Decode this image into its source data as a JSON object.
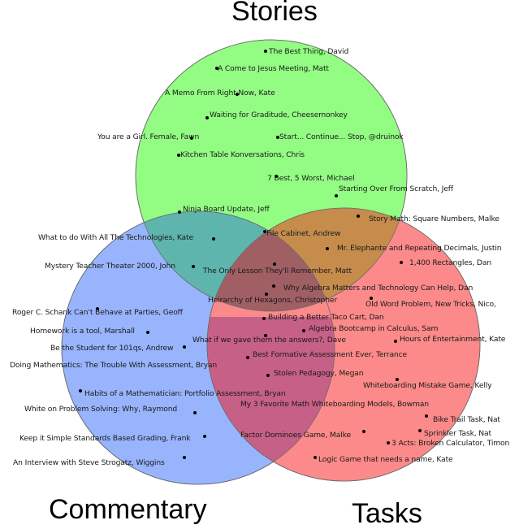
{
  "sets": {
    "stories": {
      "label": "Stories",
      "color": "#93fd83"
    },
    "commentary": {
      "label": "Commentary",
      "color": "#98b4fd"
    },
    "tasks": {
      "label": "Tasks",
      "color": "#fd8a8a"
    }
  },
  "overlap_colors": {
    "stories_commentary": "#5db5ae",
    "stories_tasks": "#c58c4c",
    "commentary_tasks": "#c76086",
    "all": "#a05f63"
  },
  "items": [
    {
      "label": "The Best Thing, David",
      "region": "stories",
      "dot": [
        327,
        63
      ],
      "text": [
        331,
        64
      ]
    },
    {
      "label": "A Come to Jesus Meeting, Matt",
      "region": "stories",
      "dot": [
        267,
        84
      ],
      "text": [
        268,
        85
      ]
    },
    {
      "label": "A Memo From Right Now, Kate",
      "region": "stories",
      "dot": [
        292,
        116
      ],
      "text": [
        203,
        115
      ]
    },
    {
      "label": "Waiting for Graditude, Cheesemonkey",
      "region": "stories",
      "dot": [
        255,
        145
      ],
      "text": [
        258,
        142
      ]
    },
    {
      "label": "You are a Girl. Female, Fawn",
      "region": "stories",
      "dot": [
        236,
        170
      ],
      "text": [
        120,
        169
      ]
    },
    {
      "label": "Start... Continue... Stop, @druinok",
      "region": "stories",
      "dot": [
        342,
        169
      ],
      "text": [
        344,
        169
      ]
    },
    {
      "label": "Kitchen Table Konversations, Chris",
      "region": "stories",
      "dot": [
        220,
        191
      ],
      "text": [
        222,
        191
      ]
    },
    {
      "label": "7 Best, 5 Worst, Michael",
      "region": "stories",
      "dot": [
        340,
        217
      ],
      "text": [
        329,
        220
      ]
    },
    {
      "label": "Starting Over From Scratch, Jeff",
      "region": "stories",
      "dot": [
        414,
        241
      ],
      "text": [
        417,
        233
      ]
    },
    {
      "label": "Ninja Board Update, Jeff",
      "region": "stories_commentary",
      "dot": [
        221,
        261
      ],
      "text": [
        225,
        258
      ]
    },
    {
      "label": "What to do With All The Technologies, Kate",
      "region": "stories_commentary",
      "dot": [
        263,
        294
      ],
      "text": [
        47,
        293
      ]
    },
    {
      "label": "Mystery Teacher Theater 2000, John",
      "region": "stories_commentary",
      "dot": [
        238,
        328
      ],
      "text": [
        55,
        328
      ]
    },
    {
      "label": "File Cabinet, Andrew",
      "region": "stories_tasks",
      "dot": [
        326,
        285
      ],
      "text": [
        328,
        288
      ]
    },
    {
      "label": "Story Math: Square Numbers, Malke",
      "region": "stories_tasks",
      "dot": [
        441,
        266
      ],
      "text": [
        454,
        270
      ]
    },
    {
      "label": "Mr. Elephante and Repeating Decimals, Justin",
      "region": "stories_tasks",
      "dot": [
        403,
        306
      ],
      "text": [
        415,
        306
      ]
    },
    {
      "label": "Why Algebra Matters and Technology Can Help, Dan",
      "region": "stories_tasks",
      "dot": [
        337,
        352
      ],
      "text": [
        349,
        355
      ]
    },
    {
      "label": "The Only Lesson They'll Remember, Matt",
      "region": "all",
      "dot": [
        338,
        325
      ],
      "text": [
        250,
        334
      ]
    },
    {
      "label": "Heirarchy of Hexagons, Christopher",
      "region": "all",
      "dot": [
        328,
        362
      ],
      "text": [
        256,
        370
      ]
    },
    {
      "label": "1,400 Rectangles, Dan",
      "region": "tasks",
      "dot": [
        494,
        323
      ],
      "text": [
        504,
        324
      ]
    },
    {
      "label": "Old Word Problem, New Tricks, Nico,",
      "region": "tasks",
      "dot": [
        457,
        367
      ],
      "text": [
        450,
        375
      ]
    },
    {
      "label": "Building a Better Taco Cart, Dan",
      "region": "commentary_tasks",
      "dot": [
        325,
        392
      ],
      "text": [
        330,
        391
      ]
    },
    {
      "label": "Algebra Bootcamp in Calculus, Sam",
      "region": "commentary_tasks",
      "dot": [
        374,
        407
      ],
      "text": [
        380,
        405
      ]
    },
    {
      "label": "What if we gave them the answers?, Dave",
      "region": "commentary_tasks",
      "dot": [
        327,
        413
      ],
      "text": [
        237,
        419
      ]
    },
    {
      "label": "Best Formative Assessment Ever, Terrance",
      "region": "commentary_tasks",
      "dot": [
        305,
        440
      ],
      "text": [
        311,
        437
      ]
    },
    {
      "label": "Stolen Pedagogy, Megan",
      "region": "commentary_tasks",
      "dot": [
        330,
        462
      ],
      "text": [
        337,
        460
      ]
    },
    {
      "label": "Hours of Entertainment, Kate",
      "region": "tasks",
      "dot": [
        487,
        420
      ],
      "text": [
        492,
        418
      ]
    },
    {
      "label": "Whiteboarding Mistake Game, Kelly",
      "region": "tasks",
      "dot": [
        489,
        467
      ],
      "text": [
        447,
        475
      ]
    },
    {
      "label": "My 3 Favorite Math Whiteboarding Models, Bowman",
      "region": "commentary_tasks",
      "dot": [
        0,
        0
      ],
      "text": [
        296,
        498
      ]
    },
    {
      "label": "Bike Trail Task, Nat",
      "region": "tasks",
      "dot": [
        525,
        512
      ],
      "text": [
        533,
        517
      ]
    },
    {
      "label": "Sprinkler Task, Nat",
      "region": "tasks",
      "dot": [
        517,
        530
      ],
      "text": [
        522,
        534
      ]
    },
    {
      "label": "3 Acts: Broken Calculator, Timon",
      "region": "tasks",
      "dot": [
        478,
        545
      ],
      "text": [
        482,
        546
      ]
    },
    {
      "label": "Factor Dominoes Game, Malke",
      "region": "commentary_tasks",
      "dot": [
        448,
        531
      ],
      "text": [
        296,
        536
      ]
    },
    {
      "label": "Logic Game that needs a name, Kate",
      "region": "tasks",
      "dot": [
        388,
        563
      ],
      "text": [
        392,
        566
      ]
    },
    {
      "label": "Roger C. Schank Can't Behave at Parties, Geoff",
      "region": "commentary",
      "dot": [
        120,
        380
      ],
      "text": [
        15,
        385
      ]
    },
    {
      "label": "Homework is a tool, Marshall",
      "region": "commentary",
      "dot": [
        182,
        409
      ],
      "text": [
        37,
        408
      ]
    },
    {
      "label": "Be the Student for 101qs, Andrew",
      "region": "commentary",
      "dot": [
        227,
        427
      ],
      "text": [
        62,
        429
      ]
    },
    {
      "label": "Doing Mathematics: The Trouble With Assessment, Bryan",
      "region": "commentary",
      "dot": [
        0,
        0
      ],
      "text": [
        12,
        450
      ]
    },
    {
      "label": "Habits of a Mathematician: Portfolio Assessment, Bryan",
      "region": "commentary",
      "dot": [
        99,
        481
      ],
      "text": [
        104,
        485
      ]
    },
    {
      "label": "White on Problem Solving: Why, Raymond",
      "region": "commentary",
      "dot": [
        240,
        508
      ],
      "text": [
        30,
        504
      ]
    },
    {
      "label": "Keep it Simple Standards Based Grading, Frank",
      "region": "commentary",
      "dot": [
        252,
        537
      ],
      "text": [
        24,
        540
      ]
    },
    {
      "label": "An Interview with Steve Strogatz, Wiggins",
      "region": "commentary",
      "dot": [
        227,
        563
      ],
      "text": [
        16,
        570
      ]
    }
  ]
}
